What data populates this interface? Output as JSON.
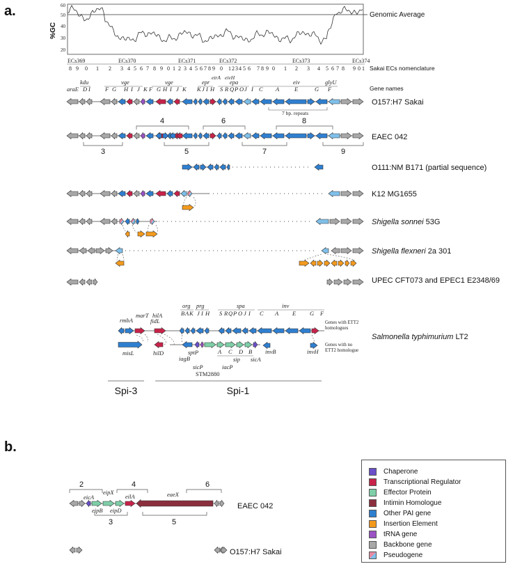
{
  "panel_a_label": "a.",
  "panel_b_label": "b.",
  "gc": {
    "ylabel": "%GC",
    "ticks": [
      "60",
      "50",
      "40",
      "30",
      "20"
    ],
    "average_label": "Genomic Average"
  },
  "ecs": {
    "groups": [
      "ECs369",
      "ECs370",
      "ECs371",
      "ECs372",
      "ECs373",
      "ECs374"
    ],
    "digits": [
      "8",
      "9",
      "0",
      "1",
      "2",
      "3",
      "4",
      "5",
      "6",
      "7",
      "8",
      "9",
      "0",
      "1",
      "2",
      "3",
      "4",
      "5",
      "6",
      "7",
      "8",
      "9",
      "0",
      "1",
      "2",
      "3",
      "4",
      "5",
      "6",
      "7",
      "8",
      "9",
      "0",
      "1",
      "2",
      "3",
      "4",
      "5",
      "6",
      "7",
      "8",
      "9",
      "0",
      "1"
    ],
    "caption": "Sakai ECs nomenclature"
  },
  "gene_row_title": "Gene names",
  "gene_names_top": [
    "kdu",
    "vge",
    "vge",
    "epr",
    "etrA",
    "eivH",
    "epa",
    "eiv",
    "glyU"
  ],
  "gene_names_low": [
    "araE",
    "D",
    "I",
    "F",
    "G",
    "H",
    "I",
    "J",
    "K",
    "F",
    "G",
    "H",
    "I",
    "J",
    "K",
    "K",
    "J",
    "I",
    "H",
    "S",
    "R",
    "Q",
    "P",
    "O",
    "J",
    "I",
    "C",
    "A",
    "E",
    "G",
    "F"
  ],
  "repeats_label": "7 bp. repeats",
  "strains": [
    {
      "name": "O157:H7 Sakai"
    },
    {
      "name": "EAEC 042"
    },
    {
      "name": "O111:NM B171 (partial sequence)"
    },
    {
      "name": "K12 MG1655"
    },
    {
      "name_it": "Shigella sonnei",
      "name_rest": " 53G"
    },
    {
      "name_it": "Shigella flexneri",
      "name_rest": " 2a 301"
    },
    {
      "name": "UPEC CFT073 and EPEC1 E2348/69"
    }
  ],
  "regions_a": [
    "4",
    "6",
    "8",
    "3",
    "5",
    "7",
    "9"
  ],
  "salmonella": {
    "name_it": "Salmonella typhimurium",
    "name_rest": " LT2",
    "note1": "Genes with ETT2",
    "note1b": "homologues",
    "note2": "Genes with no",
    "note2b": "ETT2 homologue",
    "top_genes": [
      "rmbA",
      "marT",
      "fidL",
      "hilA",
      "org",
      "prg",
      "spa",
      "inv"
    ],
    "top_sub": [
      "B",
      "A",
      "K",
      "J",
      "I",
      "H",
      "S",
      "R",
      "Q",
      "P",
      "O",
      "J",
      "I",
      "C",
      "A",
      "E",
      "G",
      "F"
    ],
    "bottom_genes": [
      "misL",
      "hilD",
      "sptP",
      "iagB",
      "sicP",
      "STM2880",
      "iacP",
      "sip",
      "sicA",
      "invB",
      "invH"
    ],
    "sip_sub": [
      "A",
      "C",
      "D",
      "B"
    ],
    "spi3": "Spi-3",
    "spi1": "Spi-1"
  },
  "panel_b": {
    "gene_labels": [
      "eicA",
      "eipX",
      "eilA",
      "eaeX",
      "eipB",
      "eipD"
    ],
    "regions": [
      "2",
      "4",
      "6",
      "3",
      "5"
    ],
    "strain1": "EAEC 042",
    "strain2": "O157:H7 Sakai"
  },
  "legend": [
    {
      "label": "Chaperone",
      "color": "#6a4fc9"
    },
    {
      "label": "Transcriptional Regulator",
      "color": "#c8234a"
    },
    {
      "label": "Effector Protein",
      "color": "#7ecfa8"
    },
    {
      "label": "Intimin Homologue",
      "color": "#8b2f3e"
    },
    {
      "label": "Other PAI gene",
      "color": "#2f7fd0"
    },
    {
      "label": "Insertion Element",
      "color": "#f39a1e"
    },
    {
      "label": "tRNA gene",
      "color": "#9b52c4"
    },
    {
      "label": "Backbone gene",
      "color": "#a8a8a8"
    },
    {
      "label": "Pseudogene",
      "color": "#e98aa3"
    }
  ]
}
